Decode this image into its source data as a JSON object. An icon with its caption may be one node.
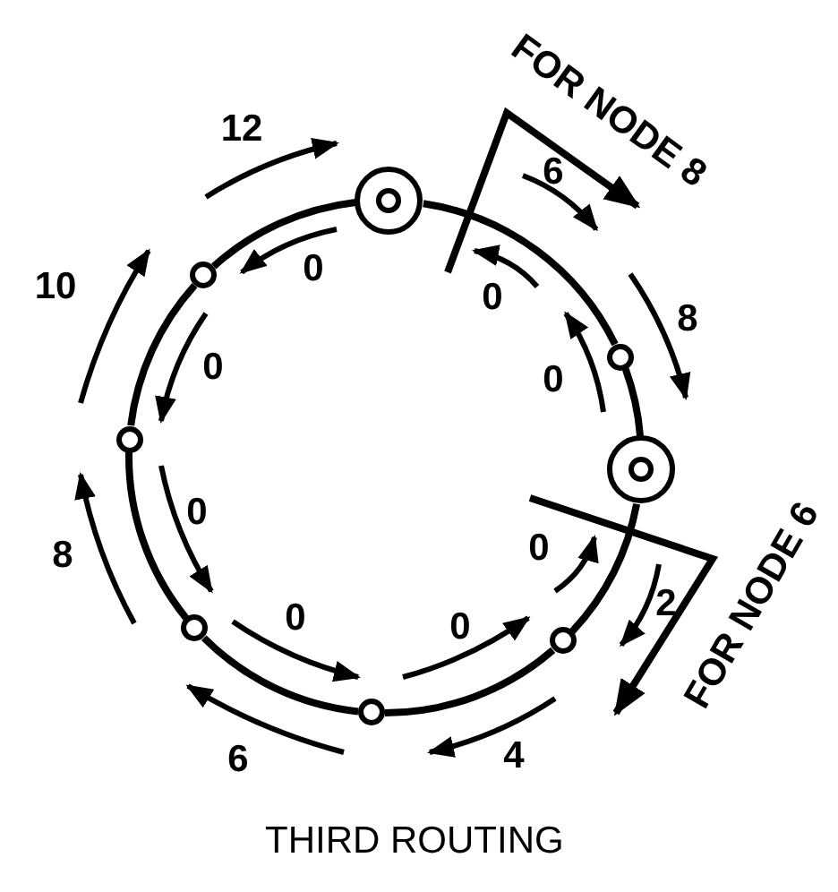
{
  "diagram": {
    "caption": "THIRD ROUTING",
    "nodes": [
      {
        "text": [],
        "shape": "ring"
      },
      {
        "text": [],
        "shape": "circle"
      },
      {
        "text": [],
        "shape": "ring"
      },
      {
        "text": [],
        "shape": "circle"
      },
      {
        "text": [],
        "shape": "circle"
      },
      {
        "text": [],
        "shape": "circle"
      },
      {
        "text": [],
        "shape": "circle"
      },
      {
        "text": [],
        "shape": "circle"
      }
    ],
    "edges": [
      {
        "from": 0,
        "to": 1,
        "arrow": "none"
      },
      {
        "from": 1,
        "to": 2,
        "arrow": "none"
      },
      {
        "from": 2,
        "to": 3,
        "arrow": "none"
      },
      {
        "from": 3,
        "to": 4,
        "arrow": "none"
      },
      {
        "from": 4,
        "to": 5,
        "arrow": "none"
      },
      {
        "from": 5,
        "to": 6,
        "arrow": "none"
      },
      {
        "from": 6,
        "to": 7,
        "arrow": "none"
      },
      {
        "from": 7,
        "to": 0,
        "arrow": "none"
      }
    ],
    "labels": [
      "FOR NODE 8",
      "12",
      "6",
      "0",
      "0",
      "10",
      "0",
      "8",
      "0",
      "0",
      "8",
      "0",
      "0",
      "0",
      "2",
      "FOR NODE 6",
      "6",
      "4"
    ]
  }
}
